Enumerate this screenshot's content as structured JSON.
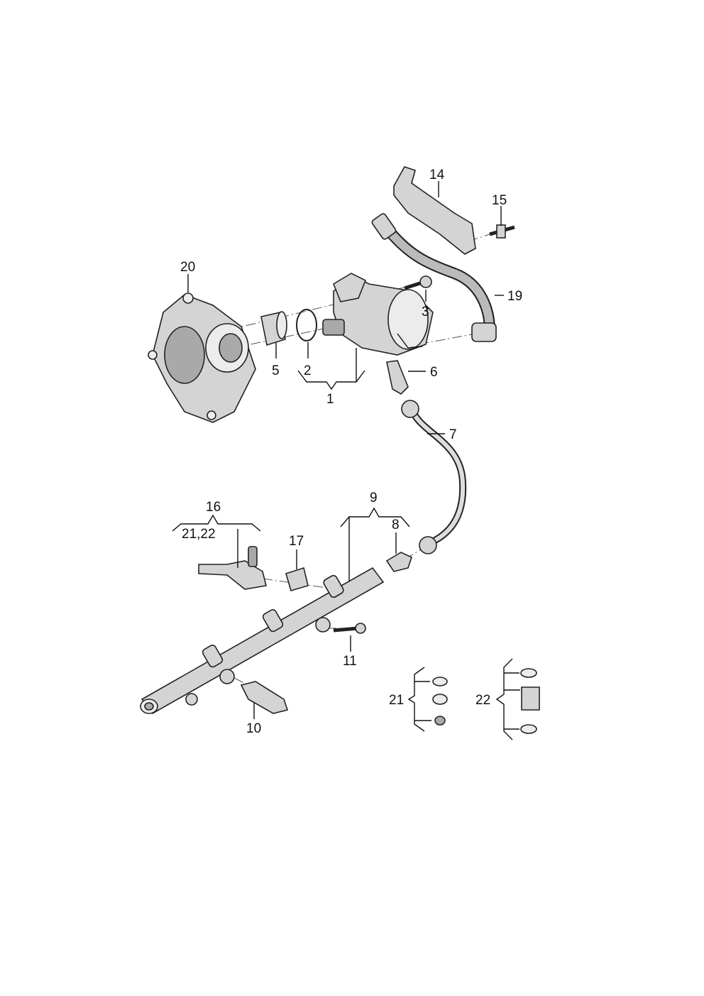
{
  "diagram": {
    "type": "exploded-parts-diagram",
    "labels": {
      "p1": "1",
      "p2": "2",
      "p3": "3",
      "p5": "5",
      "p6": "6",
      "p7": "7",
      "p8": "8",
      "p9": "9",
      "p10": "10",
      "p11": "11",
      "p14": "14",
      "p15": "15",
      "p16": "16",
      "p16sub": "21,22",
      "p17": "17",
      "p19": "19",
      "p20": "20",
      "p21": "21",
      "p22": "22"
    }
  }
}
